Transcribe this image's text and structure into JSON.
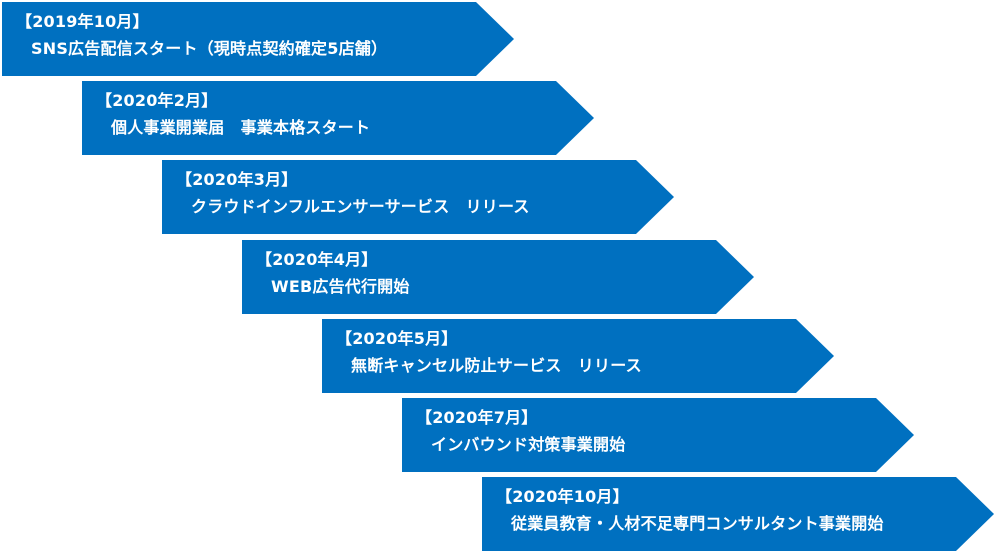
{
  "colors": {
    "arrow_fill": "#0070C0",
    "text": "#FFFFFF",
    "background": "#FFFFFF"
  },
  "steps": [
    {
      "date": "【2019年10月】",
      "description": "SNS広告配信スタート（現時点契約確定5店舗）"
    },
    {
      "date": "【2020年2月】",
      "description": "個人事業開業届　事業本格スタート"
    },
    {
      "date": "【2020年3月】",
      "description": "クラウドインフルエンサーサービス　リリース"
    },
    {
      "date": "【2020年4月】",
      "description": "WEB広告代行開始"
    },
    {
      "date": "【2020年5月】",
      "description": "無断キャンセル防止サービス　リリース"
    },
    {
      "date": "【2020年7月】",
      "description": "インバウンド対策事業開始"
    },
    {
      "date": "【2020年10月】",
      "description": "従業員教育・人材不足専門コンサルタント事業開始"
    }
  ]
}
